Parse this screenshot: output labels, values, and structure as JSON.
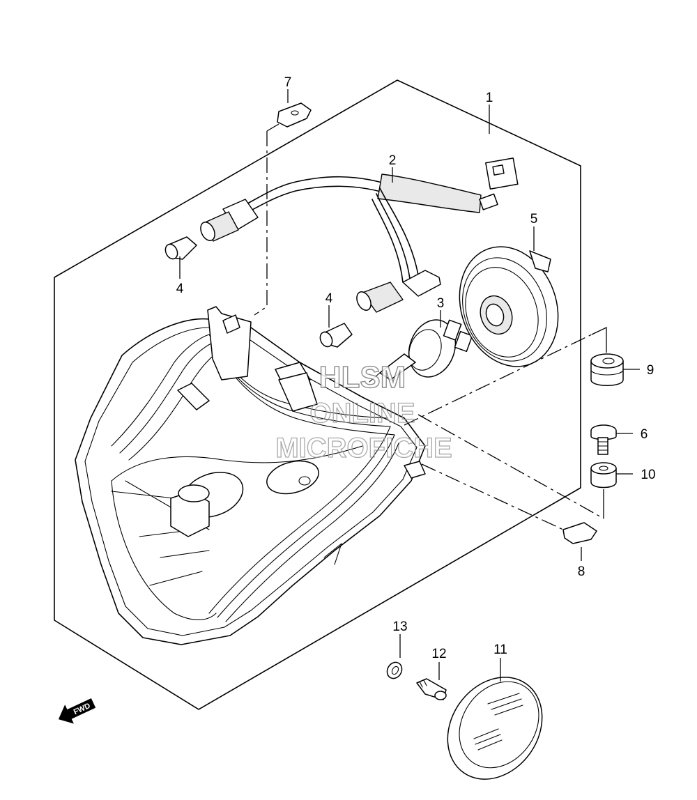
{
  "diagram": {
    "callouts": [
      {
        "id": "c1",
        "label": "1"
      },
      {
        "id": "c2",
        "label": "2"
      },
      {
        "id": "c3",
        "label": "3"
      },
      {
        "id": "c4a",
        "label": "4"
      },
      {
        "id": "c4b",
        "label": "4"
      },
      {
        "id": "c5",
        "label": "5"
      },
      {
        "id": "c6",
        "label": "6"
      },
      {
        "id": "c7",
        "label": "7"
      },
      {
        "id": "c8",
        "label": "8"
      },
      {
        "id": "c9",
        "label": "9"
      },
      {
        "id": "c10",
        "label": "10"
      },
      {
        "id": "c11",
        "label": "11"
      },
      {
        "id": "c12",
        "label": "12"
      },
      {
        "id": "c13",
        "label": "13"
      }
    ],
    "watermark": [
      "HLSM",
      "ONLINE",
      "MICROFICHE"
    ],
    "direction_marker": "FWD"
  }
}
